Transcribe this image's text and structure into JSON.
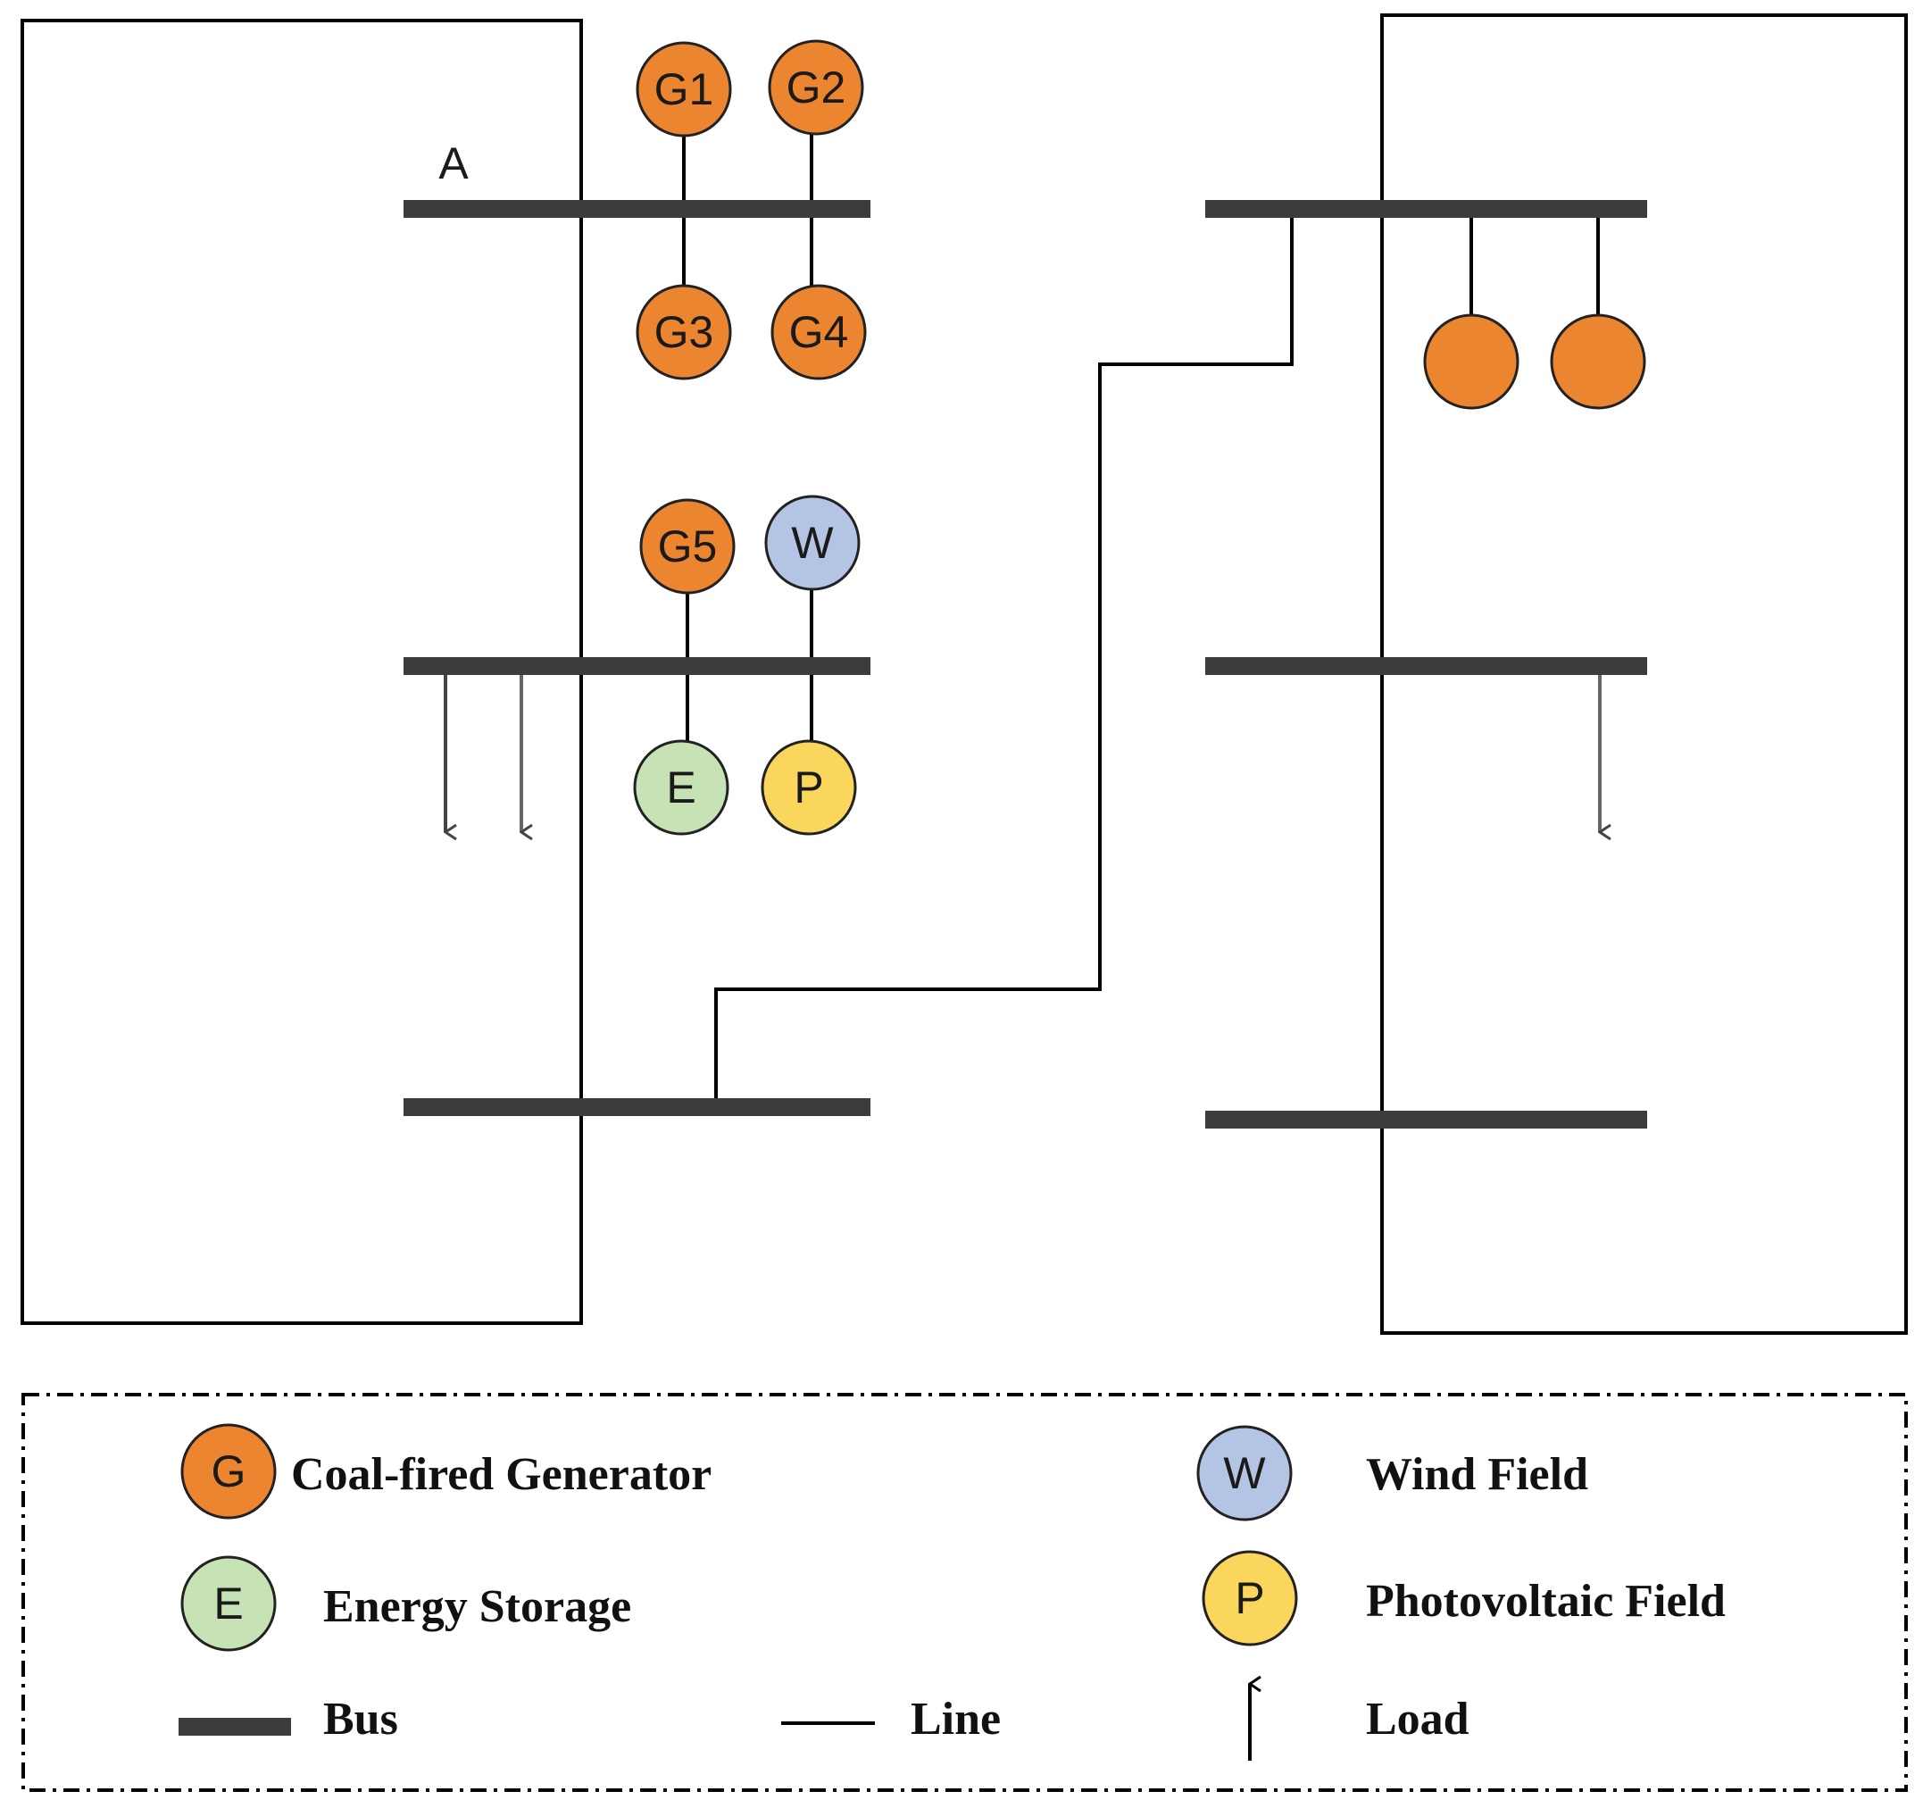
{
  "colors": {
    "coal": "#ec8530",
    "wind": "#b4c4e4",
    "storage": "#c7e2b5",
    "pv": "#fad65c",
    "bus": "#3c3c3c",
    "line": "#000000",
    "load": "#5a5a5a"
  },
  "diagram": {
    "bus_a_label": "A",
    "nodes": {
      "g1": "G1",
      "g2": "G2",
      "g3": "G3",
      "g4": "G4",
      "g5": "G5",
      "w": "W",
      "e": "E",
      "p": "P"
    }
  },
  "legend": {
    "coal": {
      "symbol": "G",
      "label": "Coal-fired Generator"
    },
    "storage": {
      "symbol": "E",
      "label": "Energy Storage"
    },
    "bus": {
      "label": "Bus"
    },
    "line": {
      "label": "Line"
    },
    "wind": {
      "symbol": "W",
      "label": "Wind Field"
    },
    "pv": {
      "symbol": "P",
      "label": "Photovoltaic Field"
    },
    "load": {
      "label": "Load"
    }
  }
}
